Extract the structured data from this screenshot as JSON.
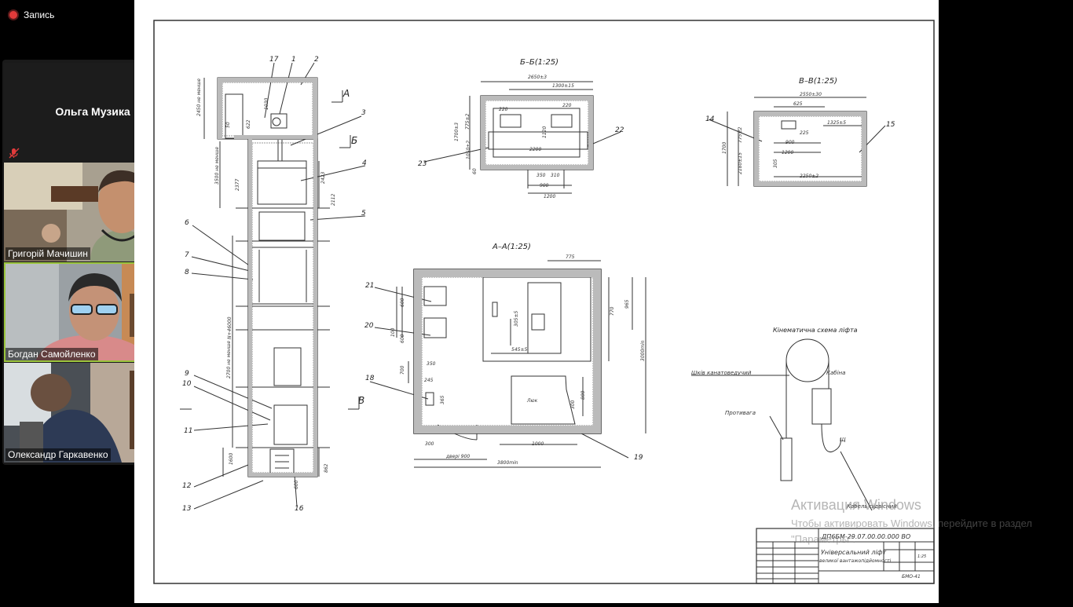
{
  "recording": {
    "label": "Запись"
  },
  "participants": [
    {
      "name": "Ольга Музика"
    },
    {
      "name": "Григорій Мачишин"
    },
    {
      "name": "Богдан Самойленко"
    },
    {
      "name": "Олександр Гаркавенко"
    }
  ],
  "drawing": {
    "views": {
      "section_b": "Б–Б(1:25)",
      "section_v": "В–В(1:25)",
      "section_a": "А–А(1:25)",
      "kinematic": "Кінематична схема ліфта"
    },
    "cut_marks": {
      "a": "А",
      "b": "Б",
      "v": "В"
    },
    "positions": [
      "17",
      "1",
      "2",
      "3",
      "4",
      "5",
      "6",
      "7",
      "8",
      "9",
      "10",
      "11",
      "12",
      "13",
      "16",
      "21",
      "20",
      "18",
      "19",
      "22",
      "23",
      "14",
      "15"
    ],
    "dims_elevation": [
      "2450 не менше",
      "3500 не менше",
      "2377",
      "2423",
      "2112",
      "N+46000",
      "2700 не менше",
      "1600",
      "862",
      "600",
      "50",
      "622",
      "1030"
    ],
    "dims_b": [
      "2650±3",
      "1300±15",
      "220",
      "220",
      "775±2",
      "1120",
      "1700±3",
      "2200",
      "1050±2",
      "60",
      "350",
      "310",
      "900",
      "1200"
    ],
    "dims_v": [
      "2550±30",
      "625",
      "1325±5",
      "225",
      "900",
      "1200",
      "775±2",
      "1700",
      "2180±15",
      "305",
      "2250±2"
    ],
    "dims_a": [
      "775",
      "770",
      "965",
      "3000min",
      "100",
      "600",
      "600",
      "700",
      "350",
      "305±5",
      "545±5",
      "245",
      "365",
      "300",
      "800",
      "300",
      "1000",
      "двері 900",
      "3800min",
      "Люк"
    ],
    "kinematic_labels": {
      "sheave": "Шків канатоведучий",
      "counterweight": "Противага",
      "cabin": "Кабіна",
      "cable": "Кабель підвісний",
      "anchor": "Щ"
    },
    "title_block": {
      "code": "ДП6БМ-29.07.00.00.000 ВО",
      "name_line1": "Універсальний ліфт",
      "name_line2": "великої вантажопідйомності",
      "group": "БМО-41",
      "scale": "1:25"
    }
  },
  "watermark": {
    "title": "Активация Windows",
    "text": "Чтобы активировать Windows, перейдите в раздел \"Параметры\"."
  }
}
